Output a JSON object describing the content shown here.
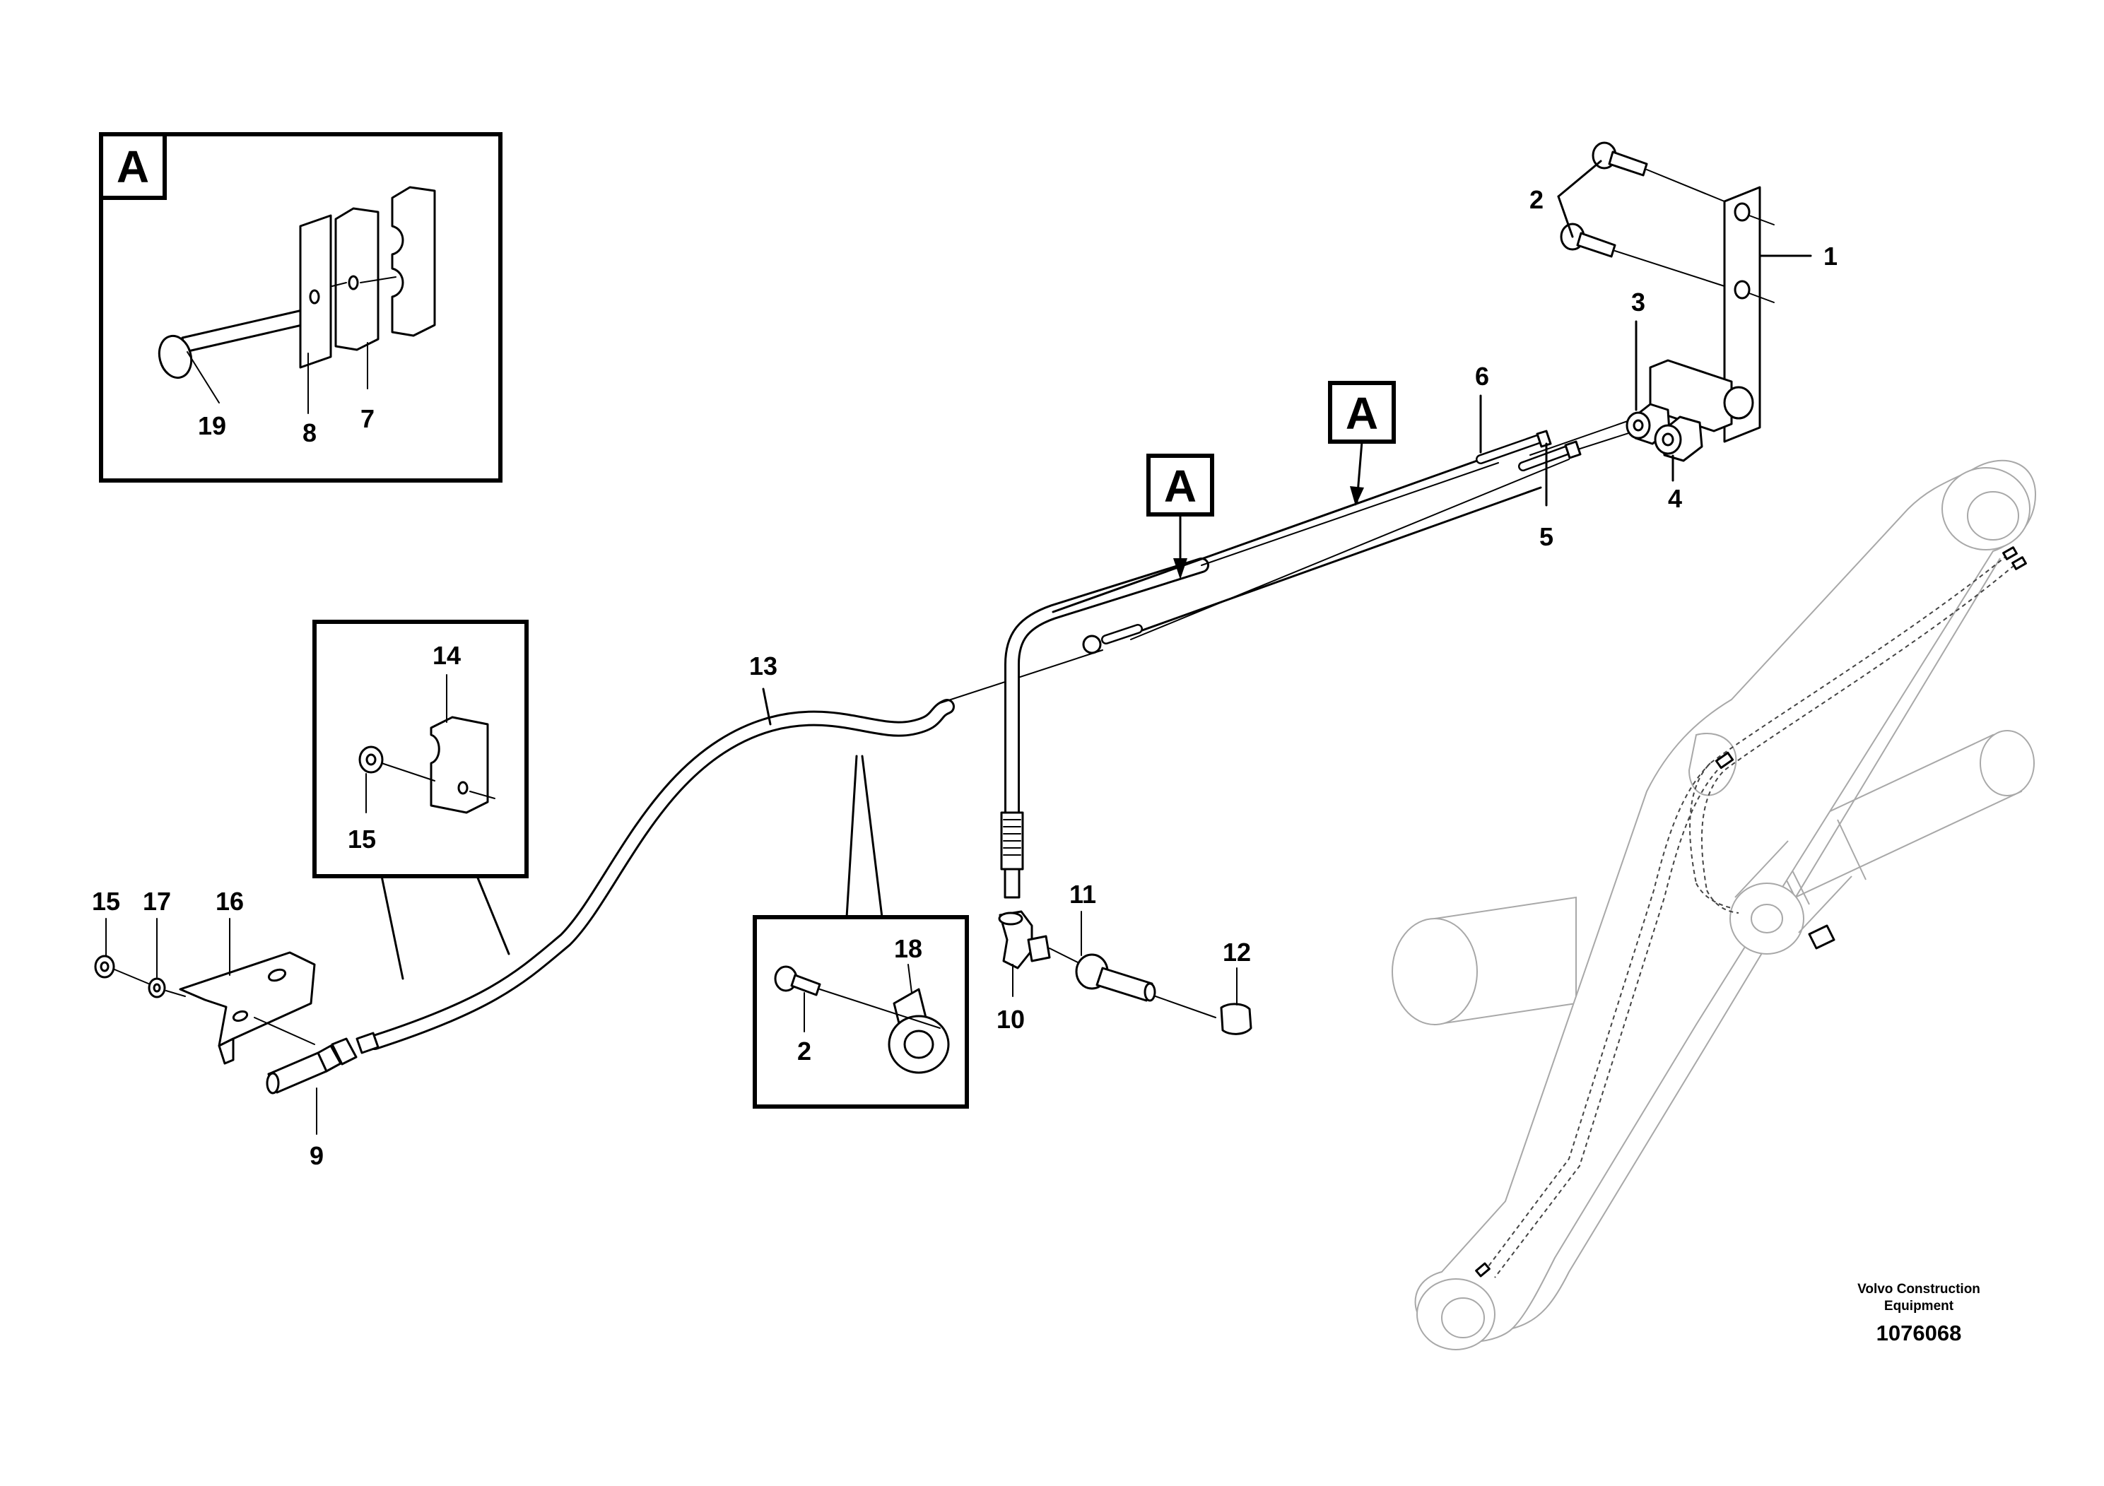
{
  "callouts": {
    "n1": "1",
    "n2a": "2",
    "n2b": "2",
    "n3": "3",
    "n4": "4",
    "n5": "5",
    "n6": "6",
    "n7": "7",
    "n8": "8",
    "n9": "9",
    "n10": "10",
    "n11": "11",
    "n12": "12",
    "n13": "13",
    "n14": "14",
    "n15a": "15",
    "n15b": "15",
    "n16": "16",
    "n17": "17",
    "n18": "18",
    "n19": "19"
  },
  "reference": {
    "inset_a": "A",
    "marker_a1": "A",
    "marker_a2": "A"
  },
  "credit": {
    "line1": "Volvo Construction",
    "line2": "Equipment"
  },
  "document_number": "1076068"
}
